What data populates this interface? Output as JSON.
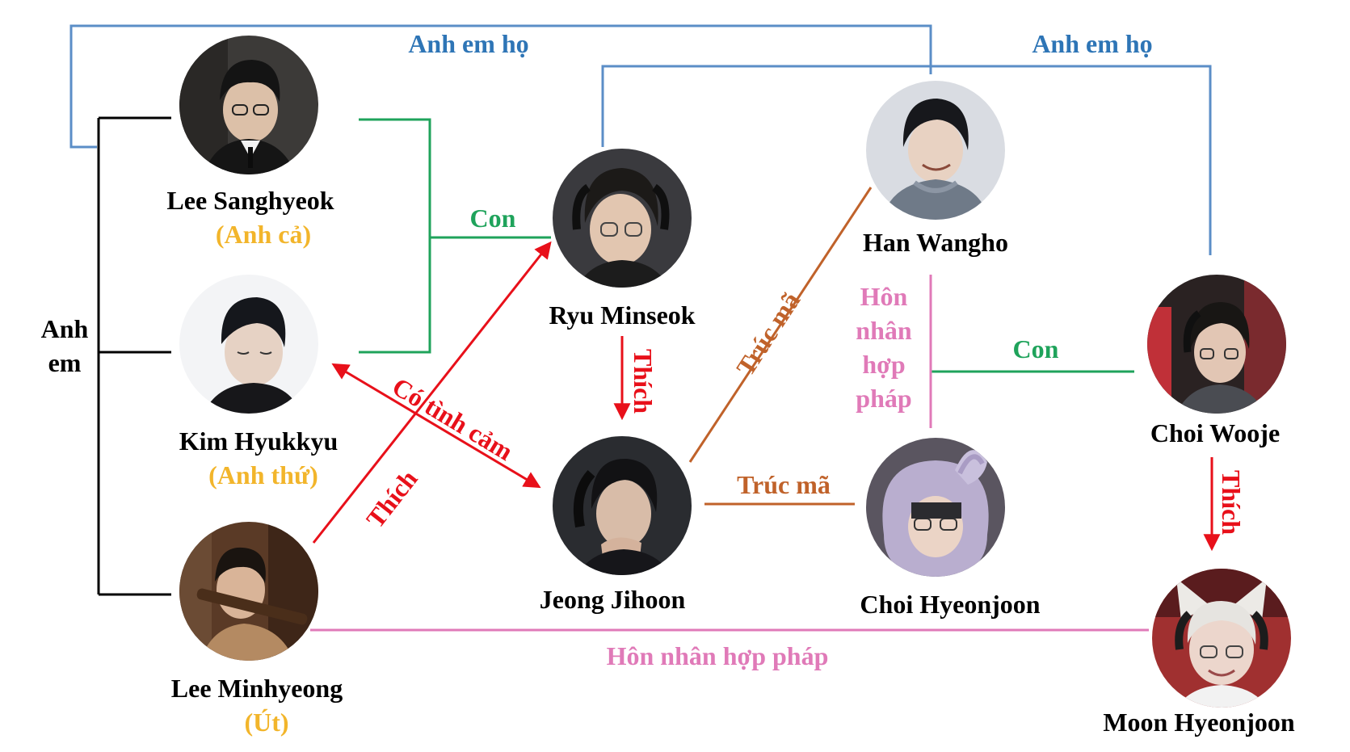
{
  "colors": {
    "black": "#000000",
    "blue": "#5b8ec7",
    "blue_text": "#2e75b6",
    "green": "#1fa35b",
    "red": "#e8101a",
    "brown": "#c0622a",
    "pink": "#e07ab8",
    "gold": "#f2b52b"
  },
  "people": {
    "sanghyeok": {
      "name": "Lee Sanghyeok",
      "role": "(Anh cả)"
    },
    "hyukkyu": {
      "name": "Kim Hyukkyu",
      "role": "(Anh thứ)"
    },
    "minhyeong": {
      "name": "Lee Minhyeong",
      "role": "(Út)"
    },
    "minseok": {
      "name": "Ryu Minseok"
    },
    "jihoon": {
      "name": "Jeong Jihoon"
    },
    "wangho": {
      "name": "Han Wangho"
    },
    "hyeonjoon_choi": {
      "name": "Choi Hyeonjoon"
    },
    "wooje": {
      "name": "Choi Wooje"
    },
    "hyeonjoon_moon": {
      "name": "Moon Hyeonjoon"
    }
  },
  "relations": {
    "siblings_line1": "Anh",
    "siblings_line2": "em",
    "cousins_left": "Anh em họ",
    "cousins_right": "Anh em họ",
    "child_left": "Con",
    "child_right": "Con",
    "likes_minseok_jihoon": "Thích",
    "likes_minhyeong_minseok": "Thích",
    "likes_wooje_moon": "Thích",
    "feelings": "Có tình cảm",
    "bamboo_diag": "Trúc mã",
    "bamboo_horiz": "Trúc mã",
    "marriage_vert": [
      "Hôn",
      "nhân",
      "hợp",
      "pháp"
    ],
    "marriage_horiz": "Hôn nhân hợp pháp"
  }
}
